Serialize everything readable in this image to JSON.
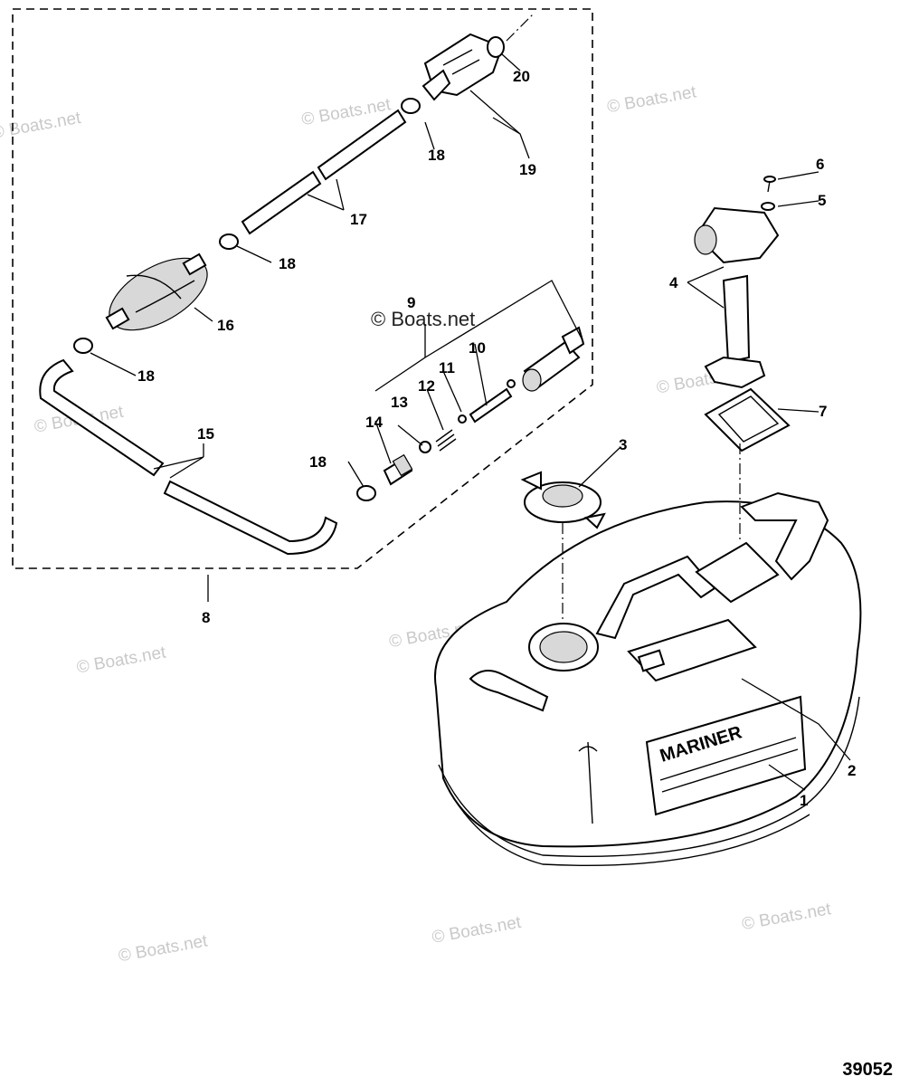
{
  "watermark": "© Boats.net",
  "reference_number": "39052",
  "tank_brand": "MARINER",
  "callouts": {
    "c1": "1",
    "c2": "2",
    "c3": "3",
    "c4": "4",
    "c5": "5",
    "c6": "6",
    "c7": "7",
    "c8": "8",
    "c9": "9",
    "c10": "10",
    "c11": "11",
    "c12": "12",
    "c13": "13",
    "c14": "14",
    "c15": "15",
    "c16": "16",
    "c17": "17",
    "c18": "18",
    "c19": "19",
    "c20": "20"
  }
}
